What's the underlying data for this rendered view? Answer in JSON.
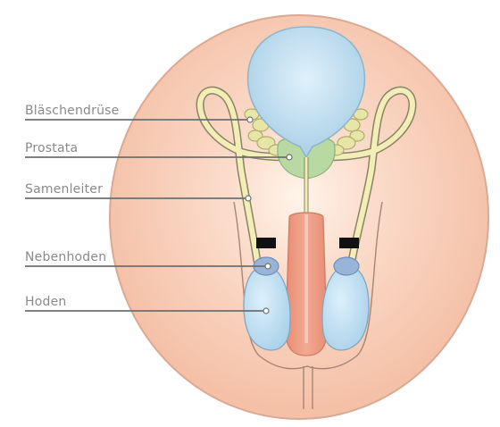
{
  "labels": {
    "seminal_vesicle": "Bläschendrüse",
    "prostate": "Prostata",
    "vas_deferens": "Samenleiter",
    "epididymis": "Nebenhoden",
    "testis": "Hoden"
  },
  "colors": {
    "body_fill": "#f7c9b3",
    "body_edge": "#d9a993",
    "bladder": "#bfe0f2",
    "bladder_edge": "#8fb5cc",
    "prostate": "#b9d9a3",
    "gland": "#e8e6a6",
    "duct": "#f3edb7",
    "penis": "#ee9c84",
    "testis": "#bfe0f4",
    "epididymis": "#98b4d8",
    "clamp": "#111111",
    "label_text": "#8a8a8a",
    "leader_line": "#6f6f6f"
  }
}
